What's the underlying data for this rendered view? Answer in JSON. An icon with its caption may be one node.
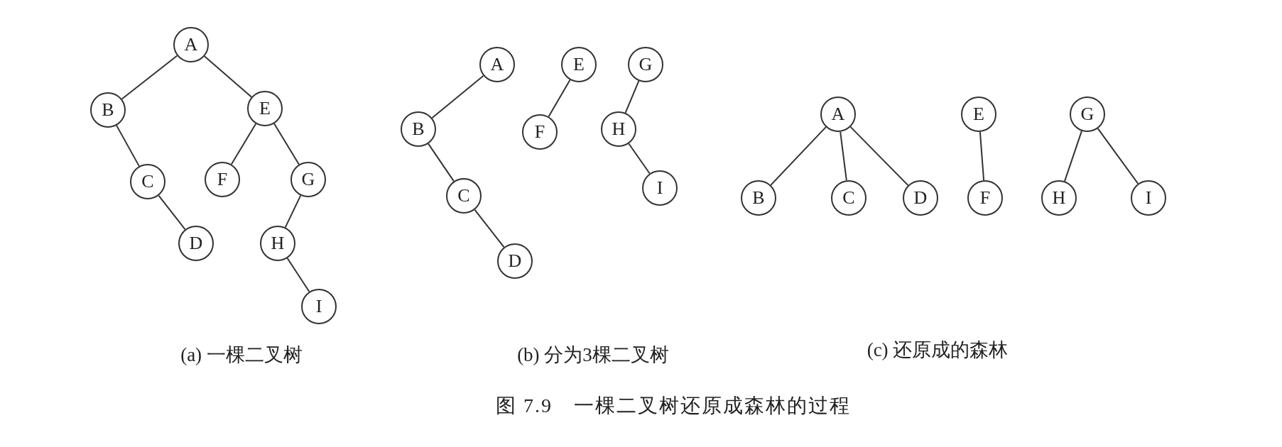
{
  "diagram": {
    "caption": "图 7.9　一棵二叉树还原成森林的过程",
    "nodes": [
      {
        "text": [
          "A"
        ]
      },
      {
        "text": [
          "B"
        ]
      },
      {
        "text": [
          "E"
        ]
      },
      {
        "text": [
          "C"
        ]
      },
      {
        "text": [
          "F"
        ]
      },
      {
        "text": [
          "G"
        ]
      },
      {
        "text": [
          "D"
        ]
      },
      {
        "text": [
          "H"
        ]
      },
      {
        "text": [
          "I"
        ]
      },
      {
        "text": [
          "A"
        ]
      },
      {
        "text": [
          "E"
        ]
      },
      {
        "text": [
          "G"
        ]
      },
      {
        "text": [
          "B"
        ]
      },
      {
        "text": [
          "F"
        ]
      },
      {
        "text": [
          "H"
        ]
      },
      {
        "text": [
          "C"
        ]
      },
      {
        "text": [
          "I"
        ]
      },
      {
        "text": [
          "D"
        ]
      },
      {
        "text": [
          "A"
        ]
      },
      {
        "text": [
          "E"
        ]
      },
      {
        "text": [
          "G"
        ]
      },
      {
        "text": [
          "B"
        ]
      },
      {
        "text": [
          "C"
        ]
      },
      {
        "text": [
          "D"
        ]
      },
      {
        "text": [
          "F"
        ]
      },
      {
        "text": [
          "H"
        ]
      },
      {
        "text": [
          "I"
        ]
      }
    ],
    "edges": [
      {
        "from": 0,
        "to": 1,
        "arrow": "none"
      },
      {
        "from": 0,
        "to": 2,
        "arrow": "none"
      },
      {
        "from": 1,
        "to": 3,
        "arrow": "none"
      },
      {
        "from": 3,
        "to": 6,
        "arrow": "none"
      },
      {
        "from": 2,
        "to": 4,
        "arrow": "none"
      },
      {
        "from": 2,
        "to": 5,
        "arrow": "none"
      },
      {
        "from": 5,
        "to": 7,
        "arrow": "none"
      },
      {
        "from": 7,
        "to": 8,
        "arrow": "none"
      },
      {
        "from": 9,
        "to": 12,
        "arrow": "none"
      },
      {
        "from": 12,
        "to": 15,
        "arrow": "none"
      },
      {
        "from": 15,
        "to": 17,
        "arrow": "none"
      },
      {
        "from": 10,
        "to": 13,
        "arrow": "none"
      },
      {
        "from": 11,
        "to": 14,
        "arrow": "none"
      },
      {
        "from": 14,
        "to": 16,
        "arrow": "none"
      },
      {
        "from": 18,
        "to": 21,
        "arrow": "none"
      },
      {
        "from": 18,
        "to": 22,
        "arrow": "none"
      },
      {
        "from": 18,
        "to": 23,
        "arrow": "none"
      },
      {
        "from": 19,
        "to": 24,
        "arrow": "none"
      },
      {
        "from": 20,
        "to": 25,
        "arrow": "none"
      },
      {
        "from": 20,
        "to": 26,
        "arrow": "none"
      }
    ],
    "labels": [
      "(a) 一棵二叉树",
      "(b) 分为3棵二叉树",
      "(c) 还原成的森林"
    ]
  }
}
